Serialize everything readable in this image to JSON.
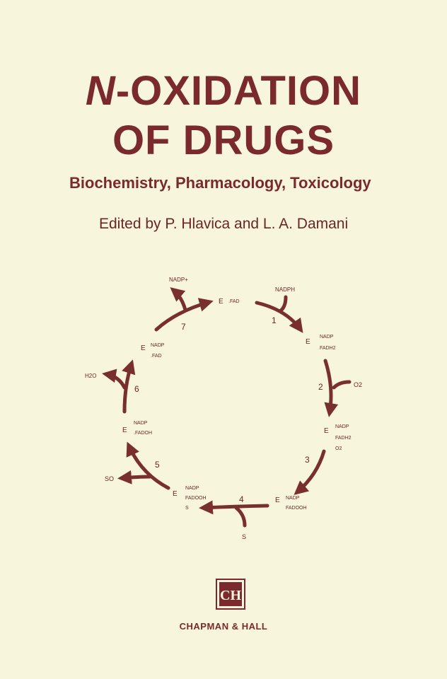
{
  "cover": {
    "title_prefix": "N",
    "title_line1_rest": "-OXIDATION",
    "title_line2": "OF DRUGS",
    "subtitle": "Biochemistry, Pharmacology, Toxicology",
    "editors": "Edited by P. Hlavica and L. A. Damani",
    "publisher": "CHAPMAN & HALL",
    "logo_letters": "CH"
  },
  "diagram": {
    "states": {
      "e_fad": {
        "e": "E",
        "lines": [
          ".FAD"
        ]
      },
      "e_nadp_fadh2_a": {
        "e": "E",
        "lines": [
          "NADP",
          "FADH2"
        ]
      },
      "e_nadp_fadh2_o2": {
        "e": "E",
        "lines": [
          "NADP",
          "FADH2",
          "O2"
        ]
      },
      "e_nadp_fadooh": {
        "e": "E",
        "lines": [
          "NADP",
          "FADOOH"
        ]
      },
      "e_nadp_fadooh_s": {
        "e": "E",
        "lines": [
          "NADP",
          "FADOOH",
          "S"
        ]
      },
      "e_nadp_fadoh": {
        "e": "E",
        "lines": [
          "NADP",
          ".FADOH"
        ]
      },
      "e_nadp_fad": {
        "e": "E",
        "lines": [
          "NADP",
          ".FAD"
        ]
      }
    },
    "steps": [
      "1",
      "2",
      "3",
      "4",
      "5",
      "6",
      "7"
    ],
    "species": {
      "nadph": "NADPH",
      "o2": "O2",
      "s": "S",
      "so": "SO",
      "h2o": "H2O",
      "nadp_plus": "NADP+"
    }
  },
  "colors": {
    "background": "#f7f5dc",
    "title": "#7a2a2c",
    "arrow": "#7a2f2f"
  }
}
